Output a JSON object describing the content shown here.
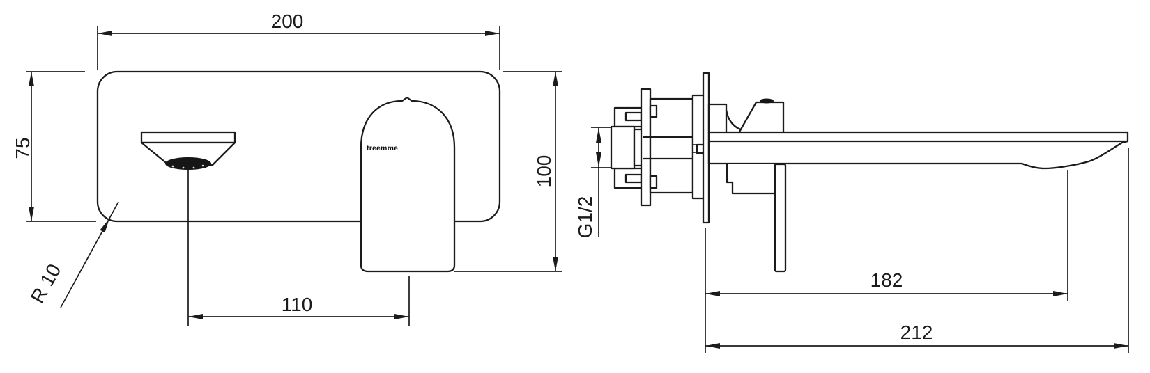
{
  "colors": {
    "ink": "#1b1b1b",
    "background": "#ffffff"
  },
  "drawing": {
    "brand_label": "treemme",
    "front_view": {
      "label_width": "200",
      "label_plate_height": "75",
      "label_overall_height": "100",
      "label_spout_to_handle": "110",
      "label_corner_radius": "R 10"
    },
    "side_view": {
      "label_thread_size": "G1/2",
      "label_spout_reach": "182",
      "label_overall_reach": "212"
    }
  }
}
